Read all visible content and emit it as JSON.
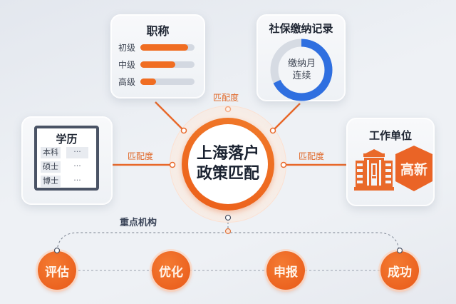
{
  "center": {
    "line1": "上海落户",
    "line2": "政策匹配"
  },
  "connector_label": "匹配度",
  "title_card": {
    "title": "职称",
    "levels": [
      {
        "label": "初级",
        "percent": 88
      },
      {
        "label": "中级",
        "percent": 65
      },
      {
        "label": "高级",
        "percent": 29
      }
    ]
  },
  "social_security_card": {
    "title": "社保缴纳记录",
    "donut_line1": "缴纳月",
    "donut_line2": "连续",
    "donut_percent": 68
  },
  "education_card": {
    "title": "学历",
    "rows": [
      {
        "label": "本科",
        "value": "···"
      },
      {
        "label": "硕士",
        "value": "···"
      },
      {
        "label": "博士",
        "value": "···"
      }
    ]
  },
  "work_card": {
    "title": "工作单位",
    "badge": "高新",
    "icon": "building-icon"
  },
  "process": {
    "label": "重点机构",
    "steps": [
      "评估",
      "优化",
      "申报",
      "成功"
    ]
  },
  "colors": {
    "accent_orange": "#f06d22",
    "donut_blue": "#2f6fe0",
    "track_grey": "#d3d8e1",
    "text_dark": "#1f2633"
  }
}
